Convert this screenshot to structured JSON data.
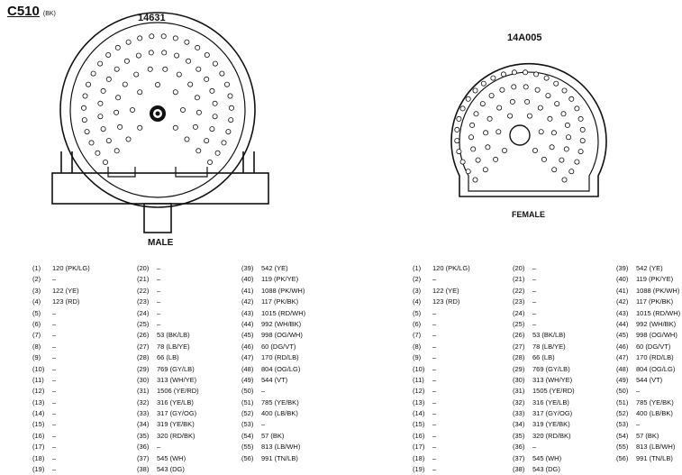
{
  "connector": {
    "id": "C510",
    "color_code": "(BK)"
  },
  "male": {
    "part_number": "14631",
    "label": "MALE"
  },
  "female": {
    "part_number": "14A005",
    "label": "FEMALE"
  },
  "pin_columns": [
    [
      {
        "pin": "(1)",
        "wire": "120 (PK/LG)"
      },
      {
        "pin": "(2)",
        "wire": "–"
      },
      {
        "pin": "(3)",
        "wire": "122 (YE)"
      },
      {
        "pin": "(4)",
        "wire": "123 (RD)"
      },
      {
        "pin": "(5)",
        "wire": "–"
      },
      {
        "pin": "(6)",
        "wire": "–"
      },
      {
        "pin": "(7)",
        "wire": "–"
      },
      {
        "pin": "(8)",
        "wire": "–"
      },
      {
        "pin": "(9)",
        "wire": "–"
      },
      {
        "pin": "(10)",
        "wire": "–"
      },
      {
        "pin": "(11)",
        "wire": "–"
      },
      {
        "pin": "(12)",
        "wire": "–"
      },
      {
        "pin": "(13)",
        "wire": "–"
      },
      {
        "pin": "(14)",
        "wire": "–"
      },
      {
        "pin": "(15)",
        "wire": "–"
      },
      {
        "pin": "(16)",
        "wire": "–"
      },
      {
        "pin": "(17)",
        "wire": "–"
      },
      {
        "pin": "(18)",
        "wire": "–"
      },
      {
        "pin": "(19)",
        "wire": "–"
      }
    ],
    [
      {
        "pin": "(20)",
        "wire": "–"
      },
      {
        "pin": "(21)",
        "wire": "–"
      },
      {
        "pin": "(22)",
        "wire": "–"
      },
      {
        "pin": "(23)",
        "wire": "–"
      },
      {
        "pin": "(24)",
        "wire": "–"
      },
      {
        "pin": "(25)",
        "wire": "–"
      },
      {
        "pin": "(26)",
        "wire": "53 (BK/LB)"
      },
      {
        "pin": "(27)",
        "wire": "78 (LB/YE)"
      },
      {
        "pin": "(28)",
        "wire": "66 (LB)"
      },
      {
        "pin": "(29)",
        "wire": "769 (GY/LB)"
      },
      {
        "pin": "(30)",
        "wire": "313 (WH/YE)"
      },
      {
        "pin": "(31)",
        "wire": "1506 (YE/RD)"
      },
      {
        "pin": "(32)",
        "wire": "316 (YE/LB)"
      },
      {
        "pin": "(33)",
        "wire": "317 (GY/OG)"
      },
      {
        "pin": "(34)",
        "wire": "319 (YE/BK)"
      },
      {
        "pin": "(35)",
        "wire": "320 (RD/BK)"
      },
      {
        "pin": "(36)",
        "wire": "–"
      },
      {
        "pin": "(37)",
        "wire": "545 (WH)"
      },
      {
        "pin": "(38)",
        "wire": "543 (DG)"
      }
    ],
    [
      {
        "pin": "(39)",
        "wire": "542 (YE)"
      },
      {
        "pin": "(40)",
        "wire": "119 (PK/YE)"
      },
      {
        "pin": "(41)",
        "wire": "1088 (PK/WH)"
      },
      {
        "pin": "(42)",
        "wire": "117 (PK/BK)"
      },
      {
        "pin": "(43)",
        "wire": "1015 (RD/WH)"
      },
      {
        "pin": "(44)",
        "wire": "992 (WH/BK)"
      },
      {
        "pin": "(45)",
        "wire": "998 (OG/WH)"
      },
      {
        "pin": "(46)",
        "wire": "60 (DG/VT)"
      },
      {
        "pin": "(47)",
        "wire": "170 (RD/LB)"
      },
      {
        "pin": "(48)",
        "wire": "804 (OG/LG)"
      },
      {
        "pin": "(49)",
        "wire": "544 (VT)"
      },
      {
        "pin": "(50)",
        "wire": "–"
      },
      {
        "pin": "(51)",
        "wire": "785 (YE/BK)"
      },
      {
        "pin": "(52)",
        "wire": "400 (LB/BK)"
      },
      {
        "pin": "(53)",
        "wire": "–"
      },
      {
        "pin": "(54)",
        "wire": "57 (BK)"
      },
      {
        "pin": "(55)",
        "wire": "813 (LB/WH)"
      },
      {
        "pin": "(56)",
        "wire": "991 (TN/LB)"
      }
    ],
    [
      {
        "pin": "(1)",
        "wire": "120 (PK/LG)"
      },
      {
        "pin": "(2)",
        "wire": "–"
      },
      {
        "pin": "(3)",
        "wire": "122 (YE)"
      },
      {
        "pin": "(4)",
        "wire": "123 (RD)"
      },
      {
        "pin": "(5)",
        "wire": "–"
      },
      {
        "pin": "(6)",
        "wire": "–"
      },
      {
        "pin": "(7)",
        "wire": "–"
      },
      {
        "pin": "(8)",
        "wire": "–"
      },
      {
        "pin": "(9)",
        "wire": "–"
      },
      {
        "pin": "(10)",
        "wire": "–"
      },
      {
        "pin": "(11)",
        "wire": "–"
      },
      {
        "pin": "(12)",
        "wire": "–"
      },
      {
        "pin": "(13)",
        "wire": "–"
      },
      {
        "pin": "(14)",
        "wire": "–"
      },
      {
        "pin": "(15)",
        "wire": "–"
      },
      {
        "pin": "(16)",
        "wire": "–"
      },
      {
        "pin": "(17)",
        "wire": "–"
      },
      {
        "pin": "(18)",
        "wire": "–"
      },
      {
        "pin": "(19)",
        "wire": "–"
      }
    ],
    [
      {
        "pin": "(20)",
        "wire": "–"
      },
      {
        "pin": "(21)",
        "wire": "–"
      },
      {
        "pin": "(22)",
        "wire": "–"
      },
      {
        "pin": "(23)",
        "wire": "–"
      },
      {
        "pin": "(24)",
        "wire": "–"
      },
      {
        "pin": "(25)",
        "wire": "–"
      },
      {
        "pin": "(26)",
        "wire": "53 (BK/LB)"
      },
      {
        "pin": "(27)",
        "wire": "78 (LB/YE)"
      },
      {
        "pin": "(28)",
        "wire": "66 (LB)"
      },
      {
        "pin": "(29)",
        "wire": "769 (GY/LB)"
      },
      {
        "pin": "(30)",
        "wire": "313 (WH/YE)"
      },
      {
        "pin": "(31)",
        "wire": "1505 (YE/RD)"
      },
      {
        "pin": "(32)",
        "wire": "316 (YE/LB)"
      },
      {
        "pin": "(33)",
        "wire": "317 (GY/OG)"
      },
      {
        "pin": "(34)",
        "wire": "319 (YE/BK)"
      },
      {
        "pin": "(35)",
        "wire": "320 (RD/BK)"
      },
      {
        "pin": "(36)",
        "wire": "–"
      },
      {
        "pin": "(37)",
        "wire": "545 (WH)"
      },
      {
        "pin": "(38)",
        "wire": "543 (DG)"
      }
    ],
    [
      {
        "pin": "(39)",
        "wire": "542 (YE)"
      },
      {
        "pin": "(40)",
        "wire": "119 (PK/YE)"
      },
      {
        "pin": "(41)",
        "wire": "1088 (PK/WH)"
      },
      {
        "pin": "(42)",
        "wire": "117 (PK/BK)"
      },
      {
        "pin": "(43)",
        "wire": "1015 (RD/WH)"
      },
      {
        "pin": "(44)",
        "wire": "992 (WH/BK)"
      },
      {
        "pin": "(45)",
        "wire": "998 (OG/WH)"
      },
      {
        "pin": "(46)",
        "wire": "60 (DG/VT)"
      },
      {
        "pin": "(47)",
        "wire": "170 (RD/LB)"
      },
      {
        "pin": "(48)",
        "wire": "804 (OG/LG)"
      },
      {
        "pin": "(49)",
        "wire": "544 (VT)"
      },
      {
        "pin": "(50)",
        "wire": "–"
      },
      {
        "pin": "(51)",
        "wire": "785 (YE/BK)"
      },
      {
        "pin": "(52)",
        "wire": "400 (LB/BK)"
      },
      {
        "pin": "(53)",
        "wire": "–"
      },
      {
        "pin": "(54)",
        "wire": "57 (BK)"
      },
      {
        "pin": "(55)",
        "wire": "813 (LB/WH)"
      },
      {
        "pin": "(56)",
        "wire": "991 (TN/LB)"
      }
    ]
  ]
}
